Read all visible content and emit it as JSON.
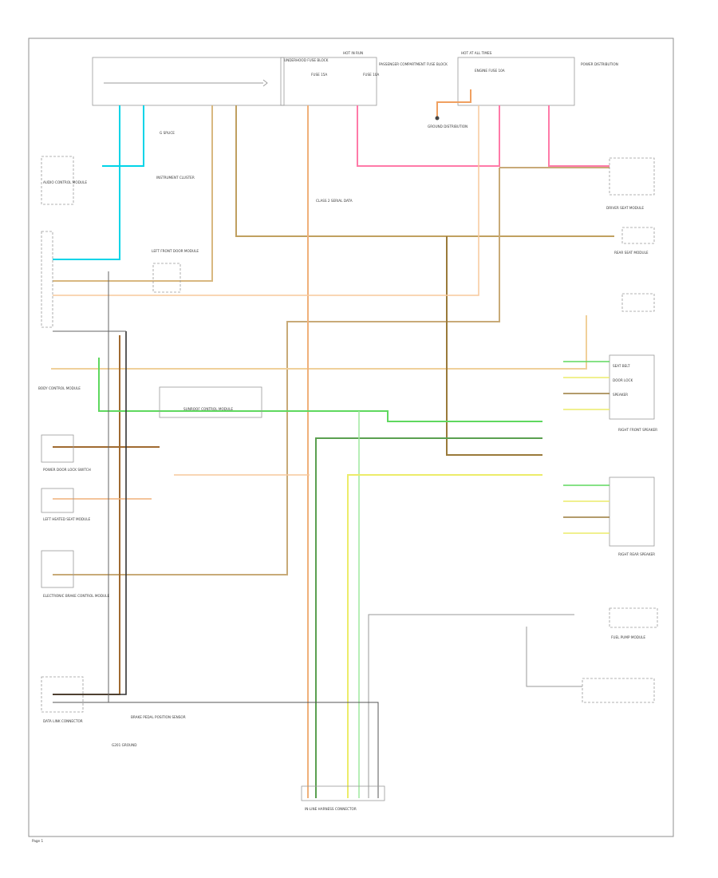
{
  "colors": {
    "cyan": "#00d4e8",
    "tan": "#c8aa78",
    "brown": "#9a6a2e",
    "orange": "#f0b07a",
    "pink": "#ff7aa8",
    "green": "#5fd85f",
    "darkgreen": "#4aa040",
    "yellow": "#ecec6a",
    "black": "#222222",
    "gray": "#aaaaaa",
    "lightorange": "#f7c89b"
  },
  "labels": {
    "top_fuse_block": "UNDERHOOD FUSE BLOCK",
    "hot_in_run": "HOT IN RUN",
    "hot_at_all_times": "HOT AT ALL TIMES",
    "fuse_left": "FUSE 15A",
    "fuse_right": "FUSE 10A",
    "engine_fuse": "ENGINE FUSE 10A",
    "passenger_compartment": "PASSENGER COMPARTMENT FUSE BLOCK",
    "left_top_note": "POWER DISTRIBUTION",
    "audio_module": "AUDIO CONTROL MODULE",
    "ground_dist": "GROUND DISTRIBUTION",
    "instrument_cluster": "INSTRUMENT CLUSTER",
    "ground_splice": "G SPLICE",
    "lf_seat": "LEFT FRONT DOOR MODULE",
    "driver_module": "DRIVER SEAT MODULE",
    "rear_module": "REAR SEAT MODULE",
    "body_control": "BODY CONTROL MODULE",
    "class2": "CLASS 2 SERIAL DATA",
    "sunroof": "SUNROOF CONTROL MODULE",
    "seatbelt": "SEAT BELT",
    "door_lock": "DOOR LOCK",
    "speaker": "SPEAKER",
    "rf_speaker": "RIGHT FRONT SPEAKER",
    "rr_speaker": "RIGHT REAR SPEAKER",
    "power_door": "POWER DOOR LOCK SWITCH",
    "lh_module": "LEFT HEATED SEAT MODULE",
    "electronic_module": "ELECTRONIC BRAKE CONTROL MODULE",
    "data_link": "DATA LINK CONNECTOR",
    "ground_point": "G201 GROUND",
    "brake_switch": "BRAKE PEDAL POSITION SENSOR",
    "fuel_module": "FUEL PUMP MODULE",
    "inline_connector": "IN-LINE HARNESS CONNECTOR",
    "page_id": "Page 1"
  }
}
